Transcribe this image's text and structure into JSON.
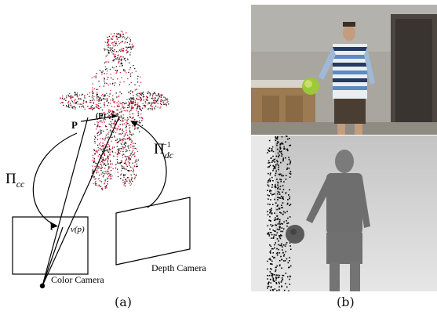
{
  "panel_a": {
    "caption": "(a)",
    "labels": {
      "pi_cc_base": "Π",
      "pi_cc_sub": "cc",
      "pi_dc_base": "Π",
      "pi_dc_sub": "dc",
      "pi_dc_sup": "−1",
      "point_P": "P",
      "point_P_alt": "(P)",
      "point_p": "p",
      "v_p": "v(p)",
      "color_camera": "Color Camera",
      "depth_camera": "Depth Camera"
    }
  },
  "panel_b": {
    "caption": "(b)"
  },
  "colors": {
    "cloud_black": "#111111",
    "cloud_red": "#e0203a",
    "lines": "#000000"
  }
}
